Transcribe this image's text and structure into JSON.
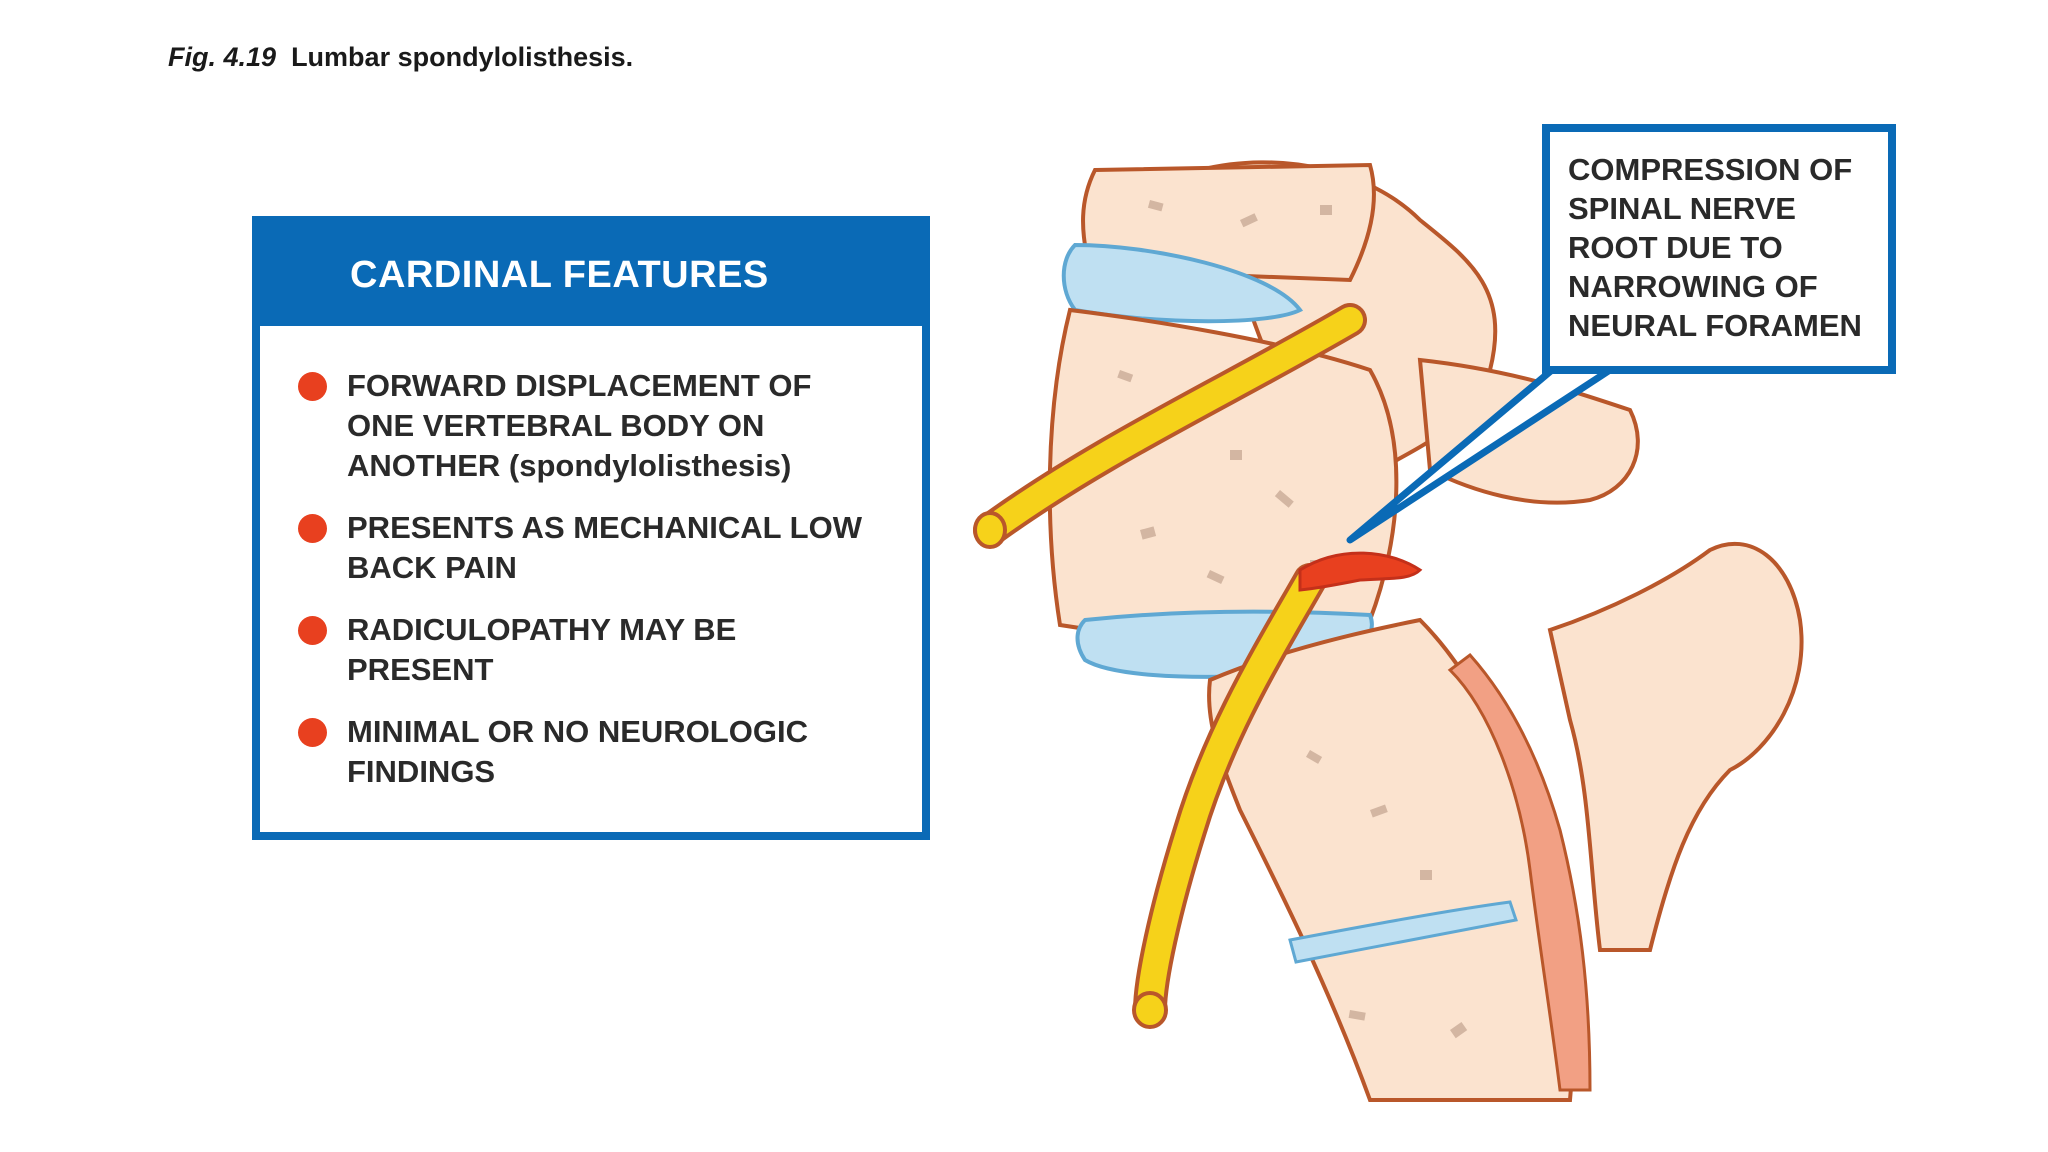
{
  "caption": {
    "figure_number": "Fig. 4.19",
    "text": "Lumbar spondylolisthesis."
  },
  "features_box": {
    "title": "CARDINAL FEATURES",
    "items": [
      "FORWARD DISPLACEMENT OF ONE VERTEBRAL BODY ON ANOTHER (spondylolisthesis)",
      "PRESENTS AS MECHANICAL LOW BACK PAIN",
      "RADICULOPATHY MAY BE PRESENT",
      "MINIMAL OR NO NEUROLOGIC FINDINGS"
    ]
  },
  "callout": {
    "lines": [
      "COMPRESSION OF",
      "SPINAL NERVE",
      "ROOT DUE TO",
      "NARROWING OF",
      "NEURAL FORAMEN"
    ]
  },
  "colors": {
    "accent_blue": "#0a6ab6",
    "bullet_red": "#e8401f",
    "bone_fill": "#fbe3cf",
    "bone_outline": "#b9572a",
    "nerve_yellow": "#f6d21a",
    "disc_blue": "#bfe0f2",
    "compression_red": "#e8401f"
  }
}
